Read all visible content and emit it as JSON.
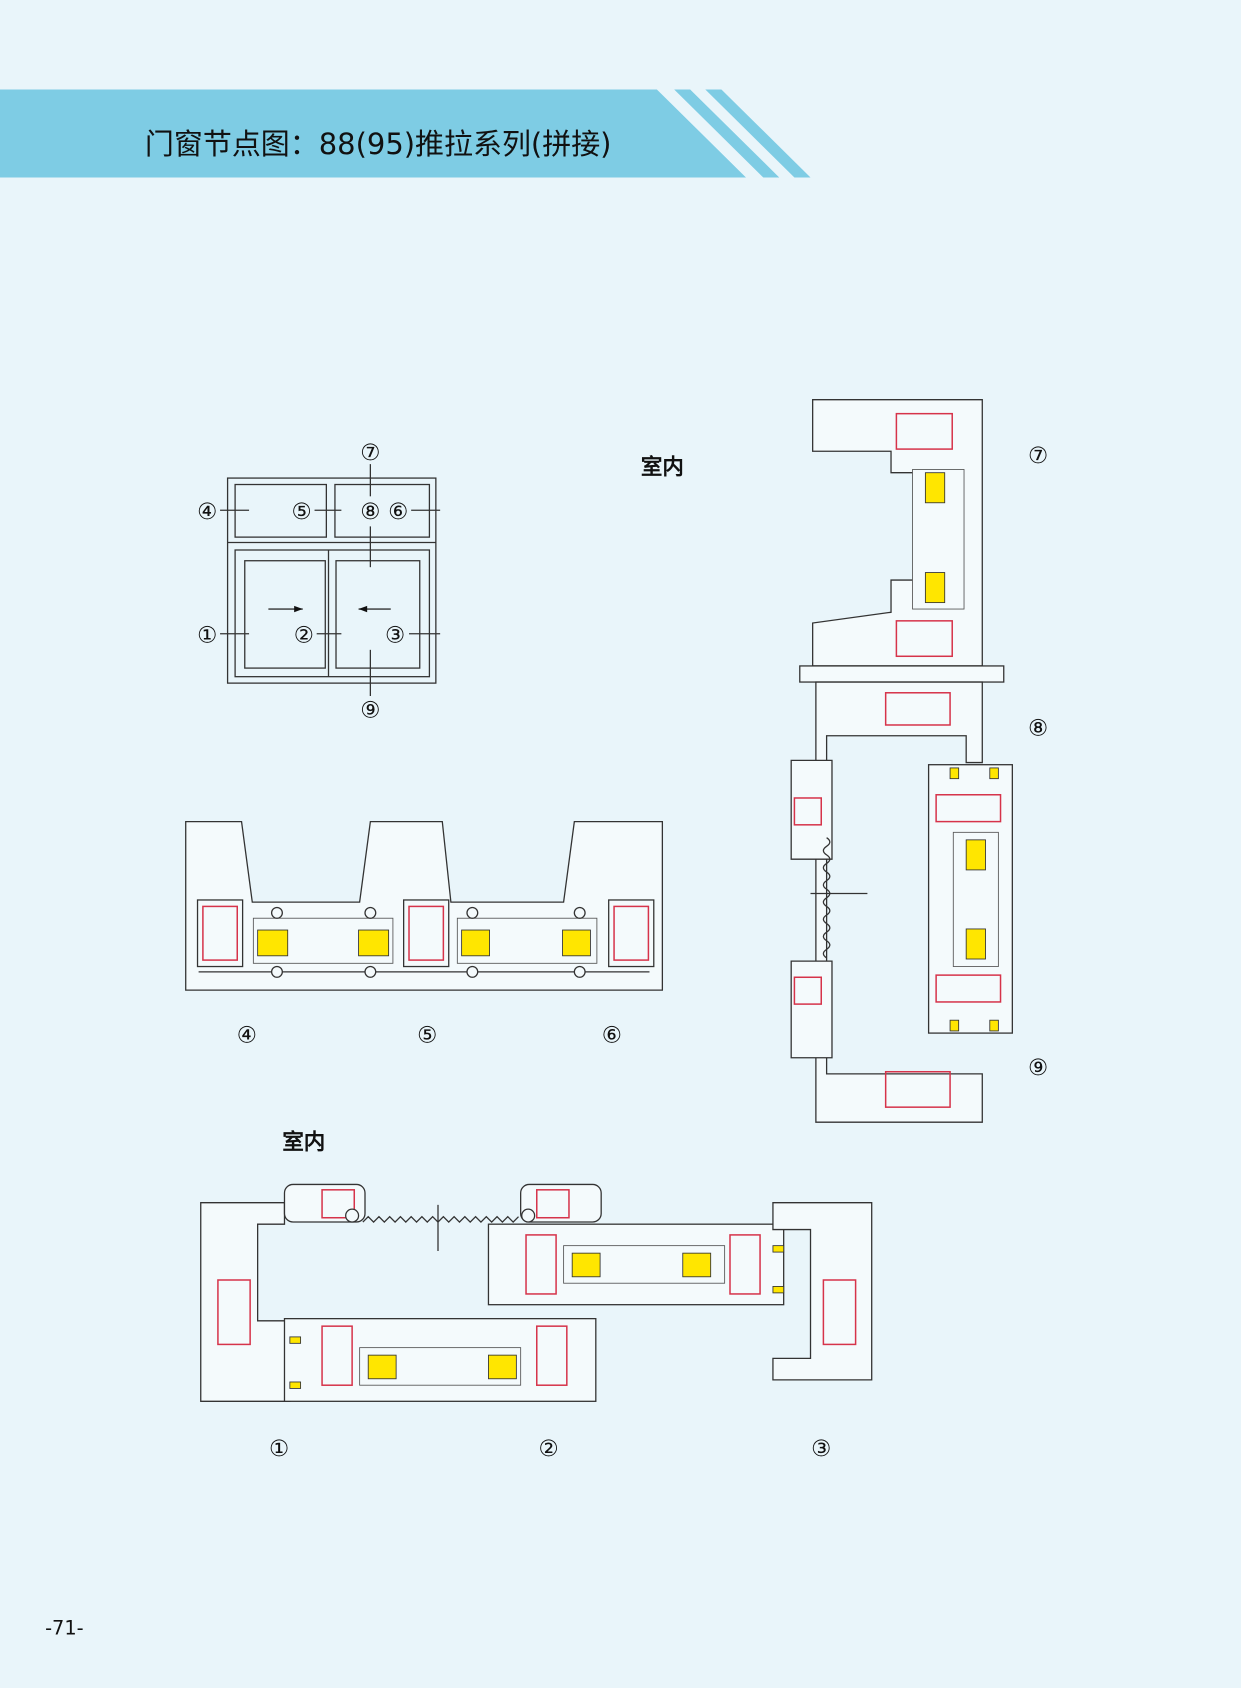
{
  "header": {
    "title": "门窗节点图：88(95)推拉系列(拼接)"
  },
  "labels": {
    "indoor_top": "室内",
    "indoor_bottom": "室内"
  },
  "elevation": {
    "markers": [
      "⑦",
      "④",
      "⑤",
      "⑧",
      "⑥",
      "①",
      "②",
      "③",
      "⑨"
    ]
  },
  "section_top": {
    "markers": [
      "④",
      "⑤",
      "⑥"
    ]
  },
  "section_vertical": {
    "markers": [
      "⑦",
      "⑧",
      "⑨"
    ]
  },
  "section_bottom": {
    "markers": [
      "①",
      "②",
      "③"
    ]
  },
  "footer": {
    "page_number": "-71-"
  },
  "colors": {
    "banner": "#7ecce4",
    "background": "#e9f5fa",
    "gasket": "#d6334a",
    "spacer": "#ffe600"
  }
}
